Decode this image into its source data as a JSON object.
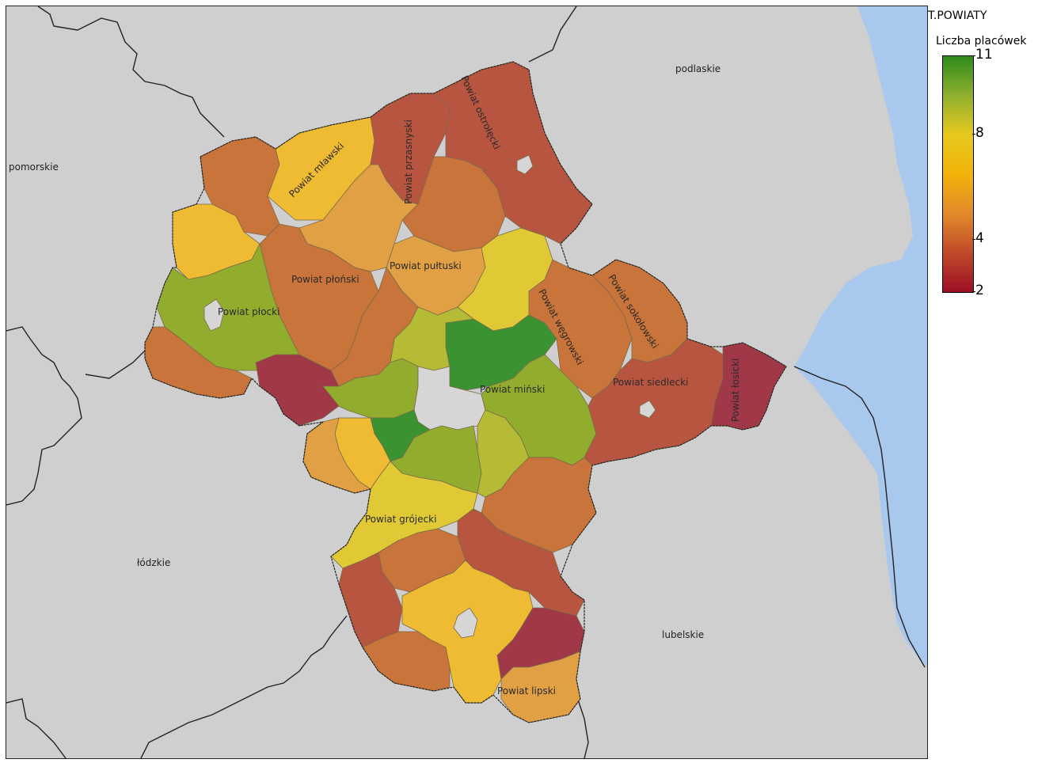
{
  "legend": {
    "title": "T.POWIATY",
    "subtitle": "Liczba placówek",
    "min": 2,
    "max": 11,
    "ticks": [
      {
        "label": "11",
        "value": 11
      },
      {
        "label": "8",
        "value": 8
      },
      {
        "label": "4",
        "value": 4
      },
      {
        "label": "2",
        "value": 2
      }
    ],
    "gradient": [
      "#2e8b1c",
      "#8fb02e",
      "#e8c91e",
      "#f2b40a",
      "#e28a2a",
      "#c04a2a",
      "#9c0e24"
    ]
  },
  "colors": {
    "background": "#cfcfcf",
    "water": "#a8c8ee",
    "boundary": "#222222"
  },
  "neighbours": {
    "podlaskie": "podlaskie",
    "pomorskie": "pomorskie",
    "lodzkie": "łódzkie",
    "lubelskie": "lubelskie"
  },
  "counties": {
    "mlawski": "Powiat mławski",
    "przasnyski": "Powiat przasnyski",
    "ostrolecki": "Powiat ostrołęcki",
    "pultuski": "Powiat pułtuski",
    "plonski": "Powiat płoński",
    "plocki": "Powiat płocki",
    "wegrowski": "Powiat węgrowski",
    "sokolowski": "Powiat sokołowski",
    "siedlecki": "Powiat siedlecki",
    "losicki": "Powiat łosicki",
    "minski": "Powiat miński",
    "grojecki": "Powiat grójecki",
    "lipski": "Powiat lipski"
  }
}
